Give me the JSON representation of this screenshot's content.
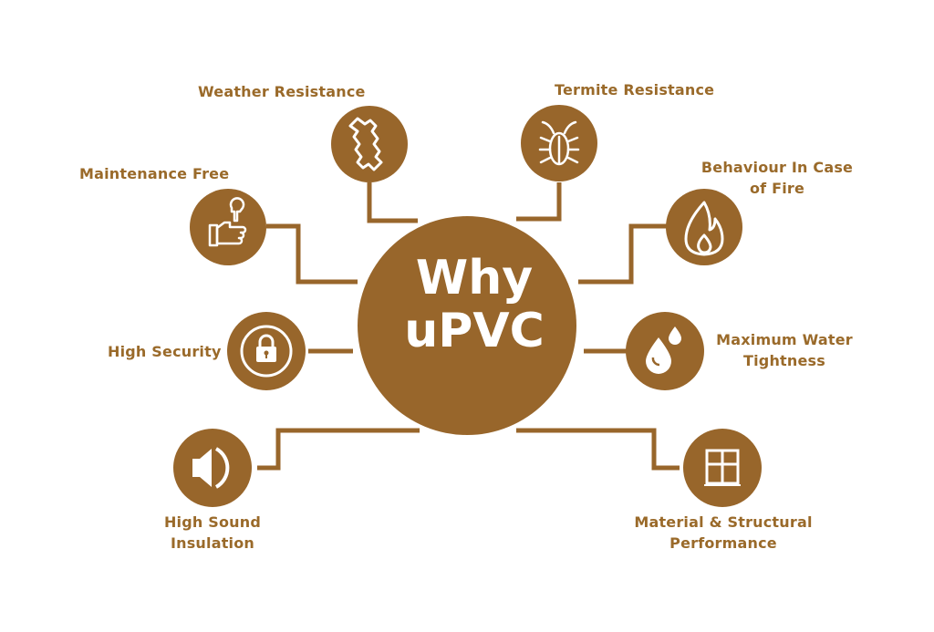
{
  "colors": {
    "accent": "#98662b",
    "text": "#9a6a2a",
    "background": "#ffffff",
    "icon": "#ffffff"
  },
  "center": {
    "line1": "Why",
    "line2": "uPVC"
  },
  "features": [
    {
      "id": "weather",
      "label": "Weather Resistance",
      "icon": "wrench-strip-icon"
    },
    {
      "id": "termite",
      "label": "Termite Resistance",
      "icon": "bug-icon"
    },
    {
      "id": "maintenance",
      "label": "Maintenance Free",
      "icon": "hand-wrench-icon"
    },
    {
      "id": "fire",
      "label_line1": "Behaviour In Case",
      "label_line2": "of Fire",
      "icon": "flame-icon"
    },
    {
      "id": "security",
      "label": "High Security",
      "icon": "lock-icon"
    },
    {
      "id": "water",
      "label_line1": "Maximum Water",
      "label_line2": "Tightness",
      "icon": "water-drops-icon"
    },
    {
      "id": "sound",
      "label_line1": "High Sound",
      "label_line2": "Insulation",
      "icon": "speaker-icon"
    },
    {
      "id": "material",
      "label_line1": "Material & Structural",
      "label_line2": "Performance",
      "icon": "window-icon"
    }
  ]
}
